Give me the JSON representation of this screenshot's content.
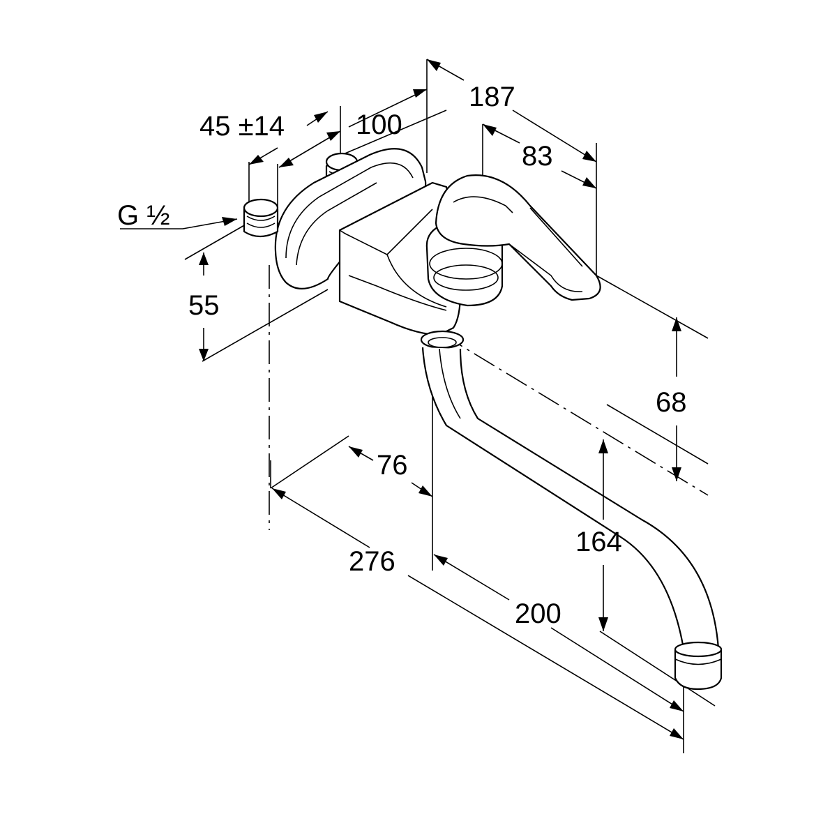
{
  "dimensions": {
    "thread": "G ½",
    "inlet_spacing": "45 ±14",
    "wall_to_lever_axis": "100",
    "total_depth": "187",
    "lever_length": "83",
    "inlet_height": "55",
    "lever_to_spout_axis": "68",
    "wall_to_spout_axis": "76",
    "total_projection": "276",
    "spout_reach": "200",
    "spout_height": "164"
  },
  "colors": {
    "line": "#000000",
    "background": "#ffffff"
  }
}
